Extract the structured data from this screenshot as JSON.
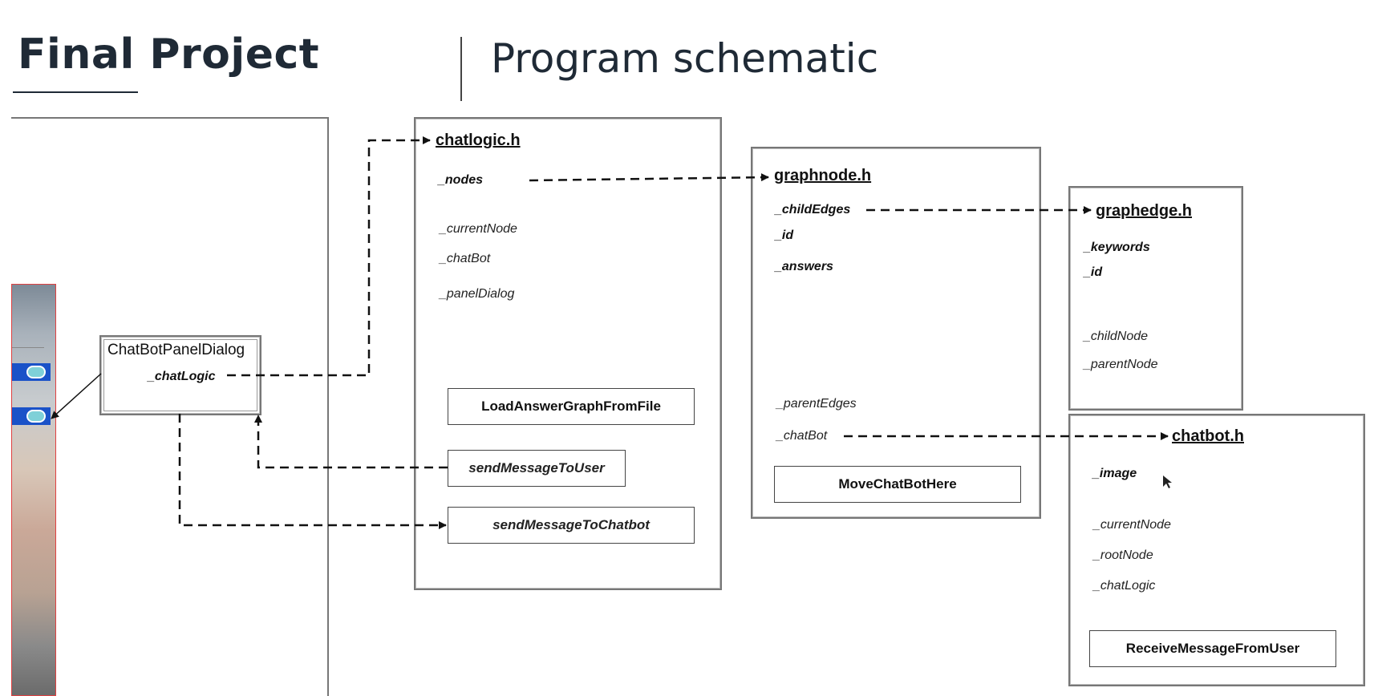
{
  "slide": {
    "title": "Final Project",
    "subtitle": "Program schematic"
  },
  "panel_dialog": {
    "title": "ChatBotPanelDialog",
    "member": "_chatLogic"
  },
  "chatlogic": {
    "header": "chatlogic.h",
    "members": [
      "_nodes",
      "_currentNode",
      "_chatBot",
      "_panelDialog"
    ],
    "functions": [
      "LoadAnswerGraphFromFile",
      "sendMessageToUser",
      "sendMessageToChatbot"
    ]
  },
  "graphnode": {
    "header": "graphnode.h",
    "members": [
      "_childEdges",
      "_id",
      "_answers",
      "_parentEdges",
      "_chatBot"
    ],
    "functions": [
      "MoveChatBotHere"
    ]
  },
  "graphedge": {
    "header": "graphedge.h",
    "members": [
      "_keywords",
      "_id",
      "_childNode",
      "_parentNode"
    ]
  },
  "chatbot": {
    "header": "chatbot.h",
    "members": [
      "_image",
      "_currentNode",
      "_rootNode",
      "_chatLogic"
    ],
    "functions": [
      "ReceiveMessageFromUser"
    ]
  },
  "colors": {
    "title": "#1f2a36",
    "box_border": "#777777",
    "arrow": "#111111",
    "chat_bubble_bg": "#1a52c8"
  }
}
